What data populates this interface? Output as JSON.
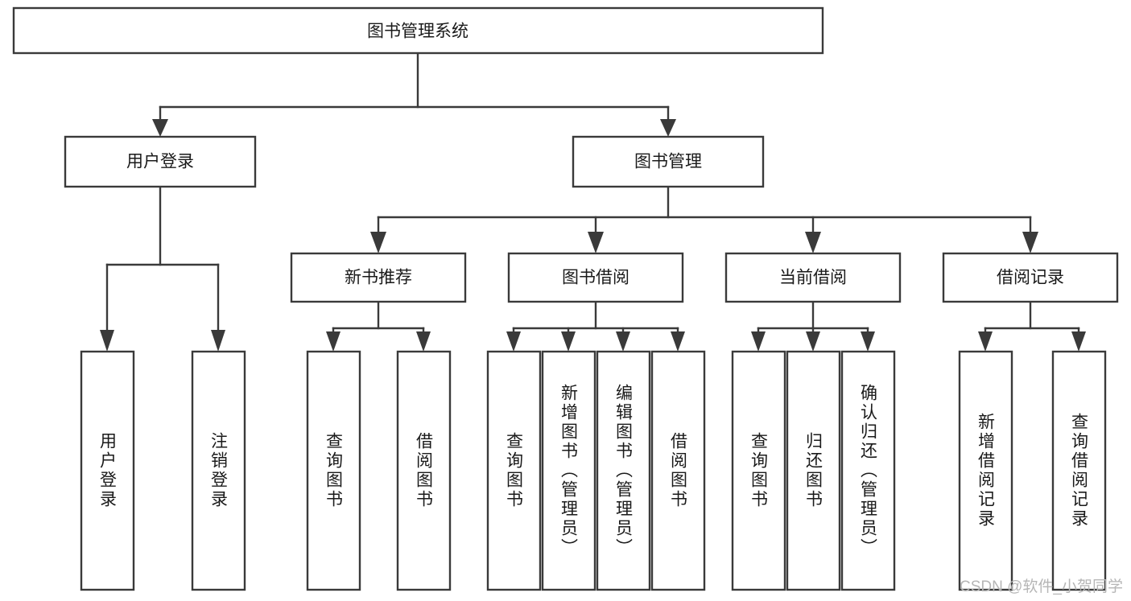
{
  "diagram": {
    "title": "图书管理系统",
    "type": "hierarchy-tree",
    "orientation": "top-down",
    "colors": {
      "box_stroke": "#3a3a3a",
      "box_fill": "#ffffff",
      "text": "#1a1a1a",
      "watermark": "#b6b6b6",
      "background": "#ffffff"
    },
    "root": {
      "label": "图书管理系统"
    },
    "level2": [
      {
        "label": "用户登录"
      },
      {
        "label": "图书管理"
      }
    ],
    "level3": [
      {
        "label": "新书推荐"
      },
      {
        "label": "图书借阅"
      },
      {
        "label": "当前借阅"
      },
      {
        "label": "借阅记录"
      }
    ],
    "leaves": {
      "user_login": [
        {
          "label": "用户登录"
        },
        {
          "label": "注销登录"
        }
      ],
      "new_book": [
        {
          "label": "查询图书"
        },
        {
          "label": "借阅图书"
        }
      ],
      "book_borrow": [
        {
          "label": "查询图书"
        },
        {
          "label": "新增图书（管理员）"
        },
        {
          "label": "编辑图书（管理员）"
        },
        {
          "label": "借阅图书"
        }
      ],
      "current_borrow": [
        {
          "label": "查询图书"
        },
        {
          "label": "归还图书"
        },
        {
          "label": "确认归还（管理员）"
        }
      ],
      "borrow_record": [
        {
          "label": "新增借阅记录"
        },
        {
          "label": "查询借阅记录"
        }
      ]
    }
  },
  "watermark": {
    "text": "CSDN @软件_小贺同学"
  }
}
